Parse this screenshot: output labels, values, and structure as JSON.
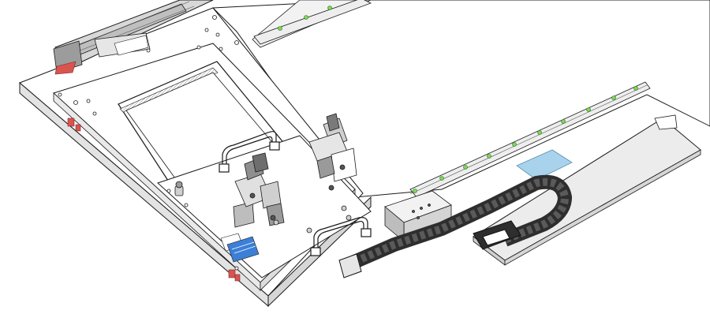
{
  "view": {
    "background": "#ffffff",
    "line_color": "#1a1a1a",
    "plate_color": "#ffffff",
    "shadow_color": "#d9d9d9",
    "chain_color": "#2e2e2e",
    "rail_marker_color": "#7ed957",
    "accent_red": "#d9534f",
    "label_blue": "#3b7fd6",
    "glass_color": "#a9d3ec"
  },
  "parts": [
    "base-plate",
    "upper-rail-table",
    "linear-actuator",
    "linear-guide-rail",
    "carriage-plate",
    "window-frame",
    "gripper-assembly-left",
    "gripper-assembly-right",
    "handle-left",
    "handle-right",
    "cable-chain",
    "chain-tray",
    "sensor-window",
    "nameplate"
  ]
}
